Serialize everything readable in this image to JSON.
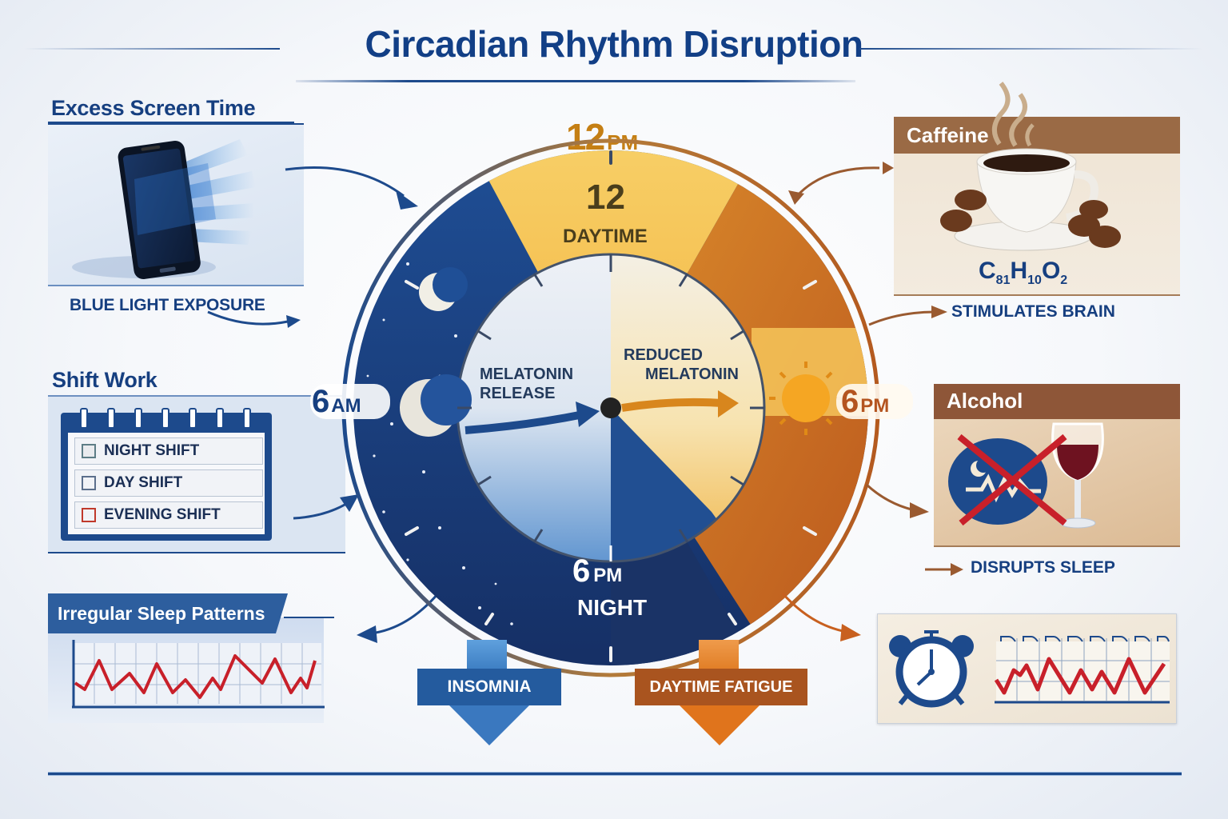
{
  "title": "Circadian Rhythm Disruption",
  "colors": {
    "navy": "#163f80",
    "night_blue": "#1d4a8c",
    "day_yellow": "#f6c95a",
    "evening_orange": "#d9801e",
    "coffee_brown": "#9a6a45",
    "alarm_red": "#c8202a"
  },
  "left_factors": {
    "screen_time": {
      "heading": "Excess Screen Time",
      "caption": "BLUE LIGHT EXPOSURE",
      "icon": "smartphone-blue-light-icon"
    },
    "shift_work": {
      "heading": "Shift Work",
      "icon": "calendar-icon",
      "shifts": [
        "NIGHT SHIFT",
        "DAY SHIFT",
        "EVENING SHIFT"
      ]
    },
    "irregular_sleep": {
      "heading": "Irregular Sleep Patterns",
      "icon": "zigzag-chart-icon"
    }
  },
  "right_factors": {
    "caffeine": {
      "heading": "Caffeine",
      "formula_parts": [
        "C",
        "81",
        "H",
        "10",
        "O",
        "2"
      ],
      "caption": "STIMULATES BRAIN",
      "icon": "coffee-cup-icon"
    },
    "alcohol": {
      "heading": "Alcohol",
      "caption": "DISRUPTS SLEEP",
      "icon": "wine-glass-icon"
    },
    "alarm": {
      "icon": "alarm-clock-icon"
    }
  },
  "clock": {
    "top_label_num": "12",
    "top_label_suffix": "PM",
    "inner_top_num": "12",
    "inner_top_label": "DAYTIME",
    "left_label_num": "6",
    "left_label_suffix": "AM",
    "right_label_num": "6",
    "right_label_suffix": "PM",
    "bottom_label_num": "6",
    "bottom_label_suffix": "PM",
    "bottom_label_word": "NIGHT",
    "melatonin_release": [
      "MELATONIN",
      "RELEASE"
    ],
    "reduced_melatonin": [
      "REDUCED",
      "MELATONIN"
    ]
  },
  "outcomes": [
    {
      "label": "INSOMNIA",
      "color": "#245b9e"
    },
    {
      "label": "DAYTIME FATIGUE",
      "color": "#a9541f"
    }
  ]
}
